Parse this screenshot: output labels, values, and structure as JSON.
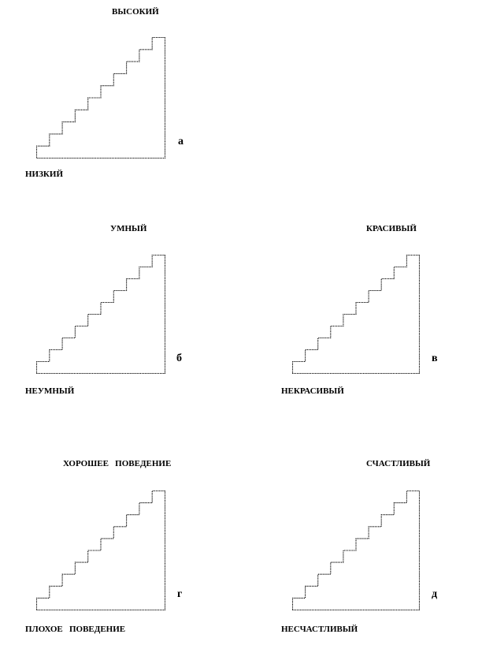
{
  "scales": [
    {
      "id": "a",
      "top_label": "ВЫСОКИЙ",
      "bottom_label": "НИЗКИЙ",
      "letter": "а"
    },
    {
      "id": "b",
      "top_label": "УМНЫЙ",
      "bottom_label": "НЕУМНЫЙ",
      "letter": "б"
    },
    {
      "id": "v",
      "top_label": "КРАСИВЫЙ",
      "bottom_label": "НЕКРАСИВЫЙ",
      "letter": "в"
    },
    {
      "id": "g",
      "top_label": "ХОРОШЕЕ   ПОВЕДЕНИЕ",
      "bottom_label": "ПЛОХОЕ   ПОВЕДЕНИЕ",
      "letter": "г"
    },
    {
      "id": "d",
      "top_label": "СЧАСТЛИВЫЙ",
      "bottom_label": "НЕСЧАСТЛИВЫЙ",
      "letter": "д"
    }
  ],
  "steps_per_scale": 10
}
